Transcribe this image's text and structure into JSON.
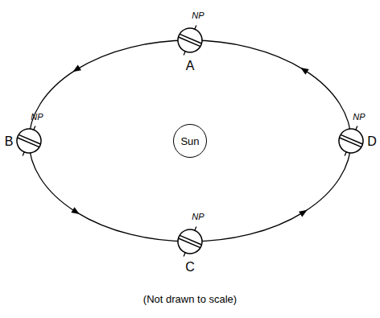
{
  "diagram": {
    "caption": "(Not drawn to scale)",
    "nodes": [
      {
        "text": [
          "Sun"
        ]
      }
    ],
    "labels": [
      "NP",
      "A",
      "NP",
      "B",
      "NP",
      "D",
      "NP",
      "C"
    ]
  }
}
